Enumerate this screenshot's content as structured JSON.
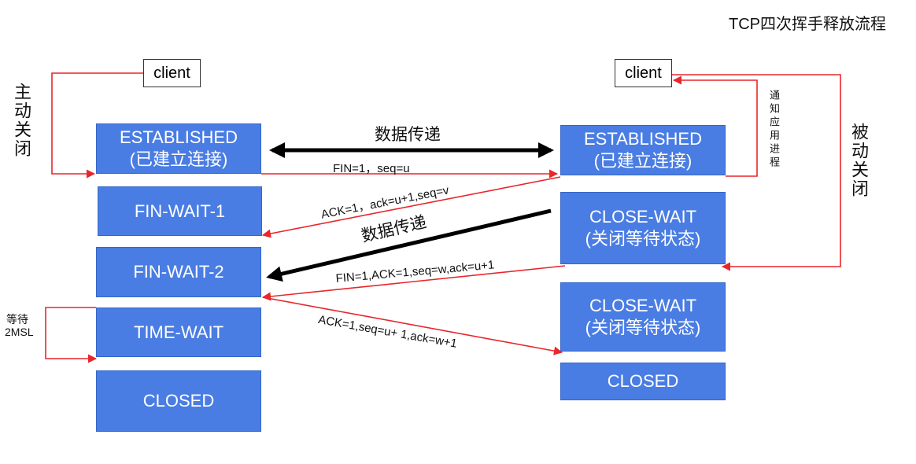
{
  "title": "TCP四次挥手释放流程",
  "client_left": "client",
  "client_right": "client",
  "active_close": "主动关闭",
  "passive_close": "被动关闭",
  "notify_process": "通知应用进程",
  "wait_2msl_line1": "等待",
  "wait_2msl_line2": "2MSL",
  "data_transfer_top": "数据传递",
  "data_transfer_mid": "数据传递",
  "left_states": {
    "established_l1": "ESTABLISHED",
    "established_l2": "(已建立连接)",
    "fin_wait_1": "FIN-WAIT-1",
    "fin_wait_2": "FIN-WAIT-2",
    "time_wait": "TIME-WAIT",
    "closed": "CLOSED"
  },
  "right_states": {
    "established_l1": "ESTABLISHED",
    "established_l2": "(已建立连接)",
    "close_wait_a_l1": "CLOSE-WAIT",
    "close_wait_a_l2": "(关闭等待状态)",
    "close_wait_b_l1": "CLOSE-WAIT",
    "close_wait_b_l2": "(关闭等待状态)",
    "closed": "CLOSED"
  },
  "messages": {
    "fin1": "FIN=1，seq=u",
    "ack1": "ACK=1，ack=u+1,seq=v",
    "fin2": "FIN=1,ACK=1,seq=w,ack=u+1",
    "ack2": "ACK=1,seq=u+ 1,ack=w+1"
  },
  "colors": {
    "state_box": "#4a7de3",
    "arrow_red": "#e8262b",
    "arrow_black": "#000000"
  }
}
